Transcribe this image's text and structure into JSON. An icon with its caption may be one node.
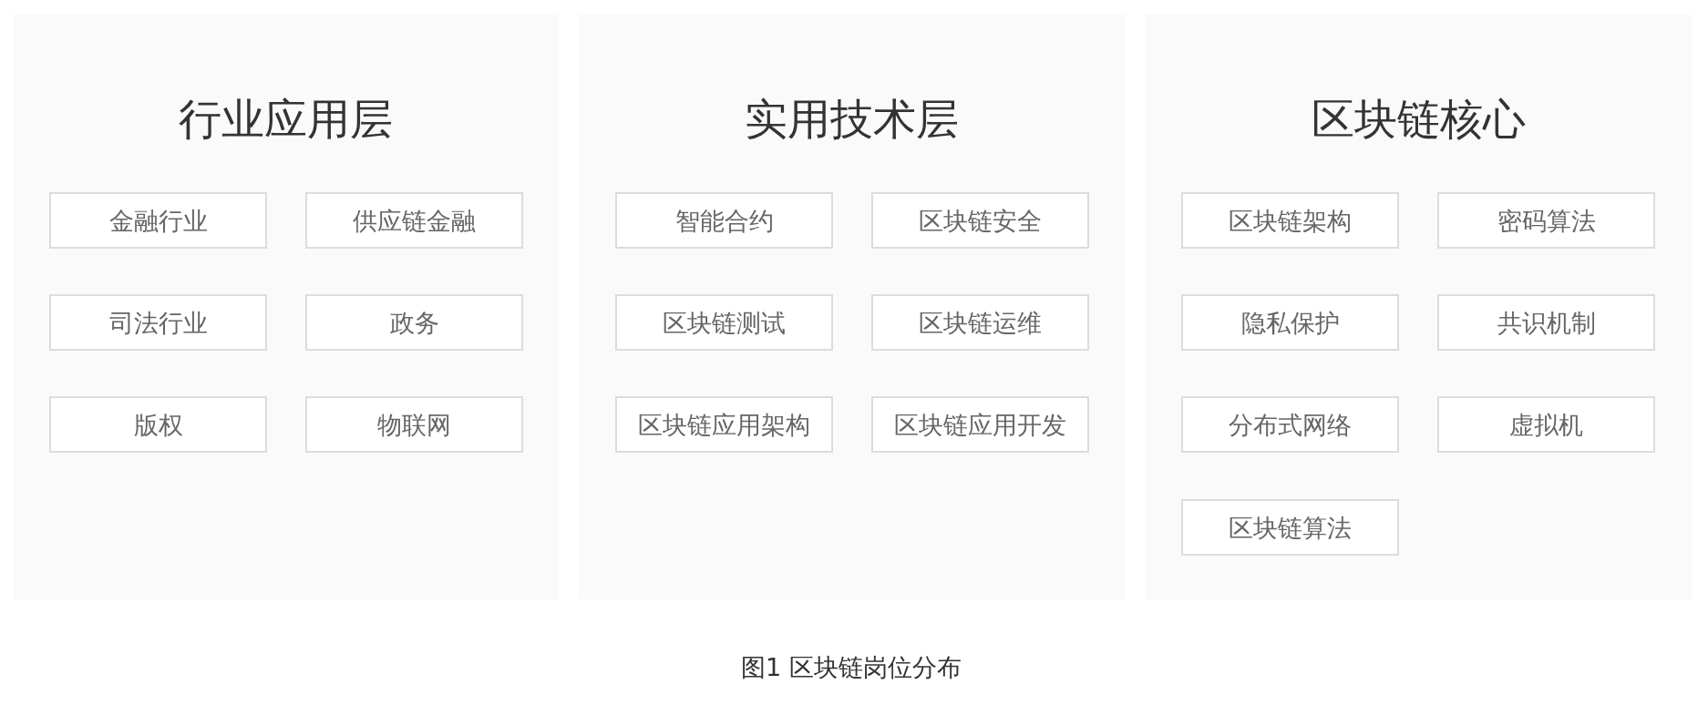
{
  "diagram": {
    "caption": "图1 区块链岗位分布",
    "nodes": [
      {
        "text": [
          "行业应用层"
        ]
      },
      {
        "text": [
          "金融行业"
        ],
        "in": 0
      },
      {
        "text": [
          "供应链金融"
        ],
        "in": 0
      },
      {
        "text": [
          "司法行业"
        ],
        "in": 0
      },
      {
        "text": [
          "政务"
        ],
        "in": 0
      },
      {
        "text": [
          "版权"
        ],
        "in": 0
      },
      {
        "text": [
          "物联网"
        ],
        "in": 0
      },
      {
        "text": [
          "实用技术层"
        ]
      },
      {
        "text": [
          "智能合约"
        ],
        "in": 7
      },
      {
        "text": [
          "区块链安全"
        ],
        "in": 7
      },
      {
        "text": [
          "区块链测试"
        ],
        "in": 7
      },
      {
        "text": [
          "区块链运维"
        ],
        "in": 7
      },
      {
        "text": [
          "区块链应用架构"
        ],
        "in": 7
      },
      {
        "text": [
          "区块链应用开发"
        ],
        "in": 7
      },
      {
        "text": [
          "区块链核心"
        ]
      },
      {
        "text": [
          "区块链架构"
        ],
        "in": 14
      },
      {
        "text": [
          "密码算法"
        ],
        "in": 14
      },
      {
        "text": [
          "隐私保护"
        ],
        "in": 14
      },
      {
        "text": [
          "共识机制"
        ],
        "in": 14
      },
      {
        "text": [
          "分布式网络"
        ],
        "in": 14
      },
      {
        "text": [
          "虚拟机"
        ],
        "in": 14
      },
      {
        "text": [
          "区块链算法"
        ],
        "in": 14
      }
    ]
  }
}
